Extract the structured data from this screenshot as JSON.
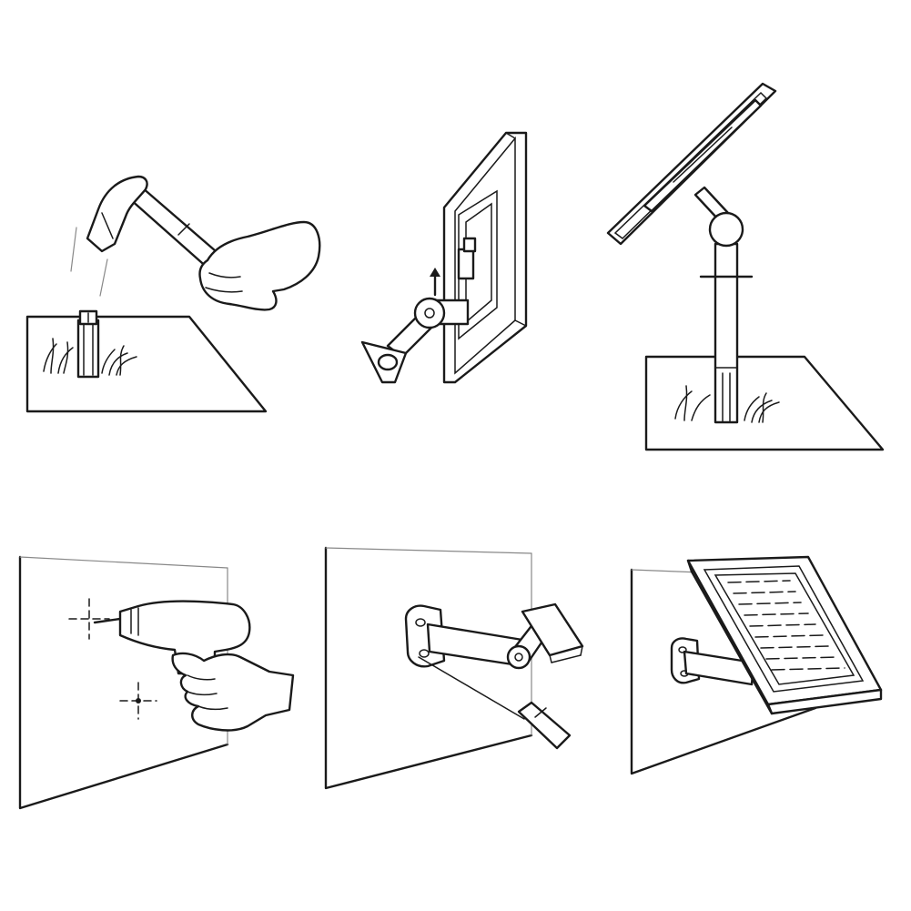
{
  "illustration": {
    "panels": [
      {
        "id": "step-1",
        "icon": "hammer-stake-into-ground-icon"
      },
      {
        "id": "step-2",
        "icon": "bracket-slide-onto-panel-icon"
      },
      {
        "id": "step-3",
        "icon": "panel-on-ground-pole-icon"
      },
      {
        "id": "step-4",
        "icon": "drill-wall-holes-icon"
      },
      {
        "id": "step-5",
        "icon": "screwdriver-wall-bracket-icon"
      },
      {
        "id": "step-6",
        "icon": "panel-on-wall-bracket-icon"
      }
    ]
  }
}
